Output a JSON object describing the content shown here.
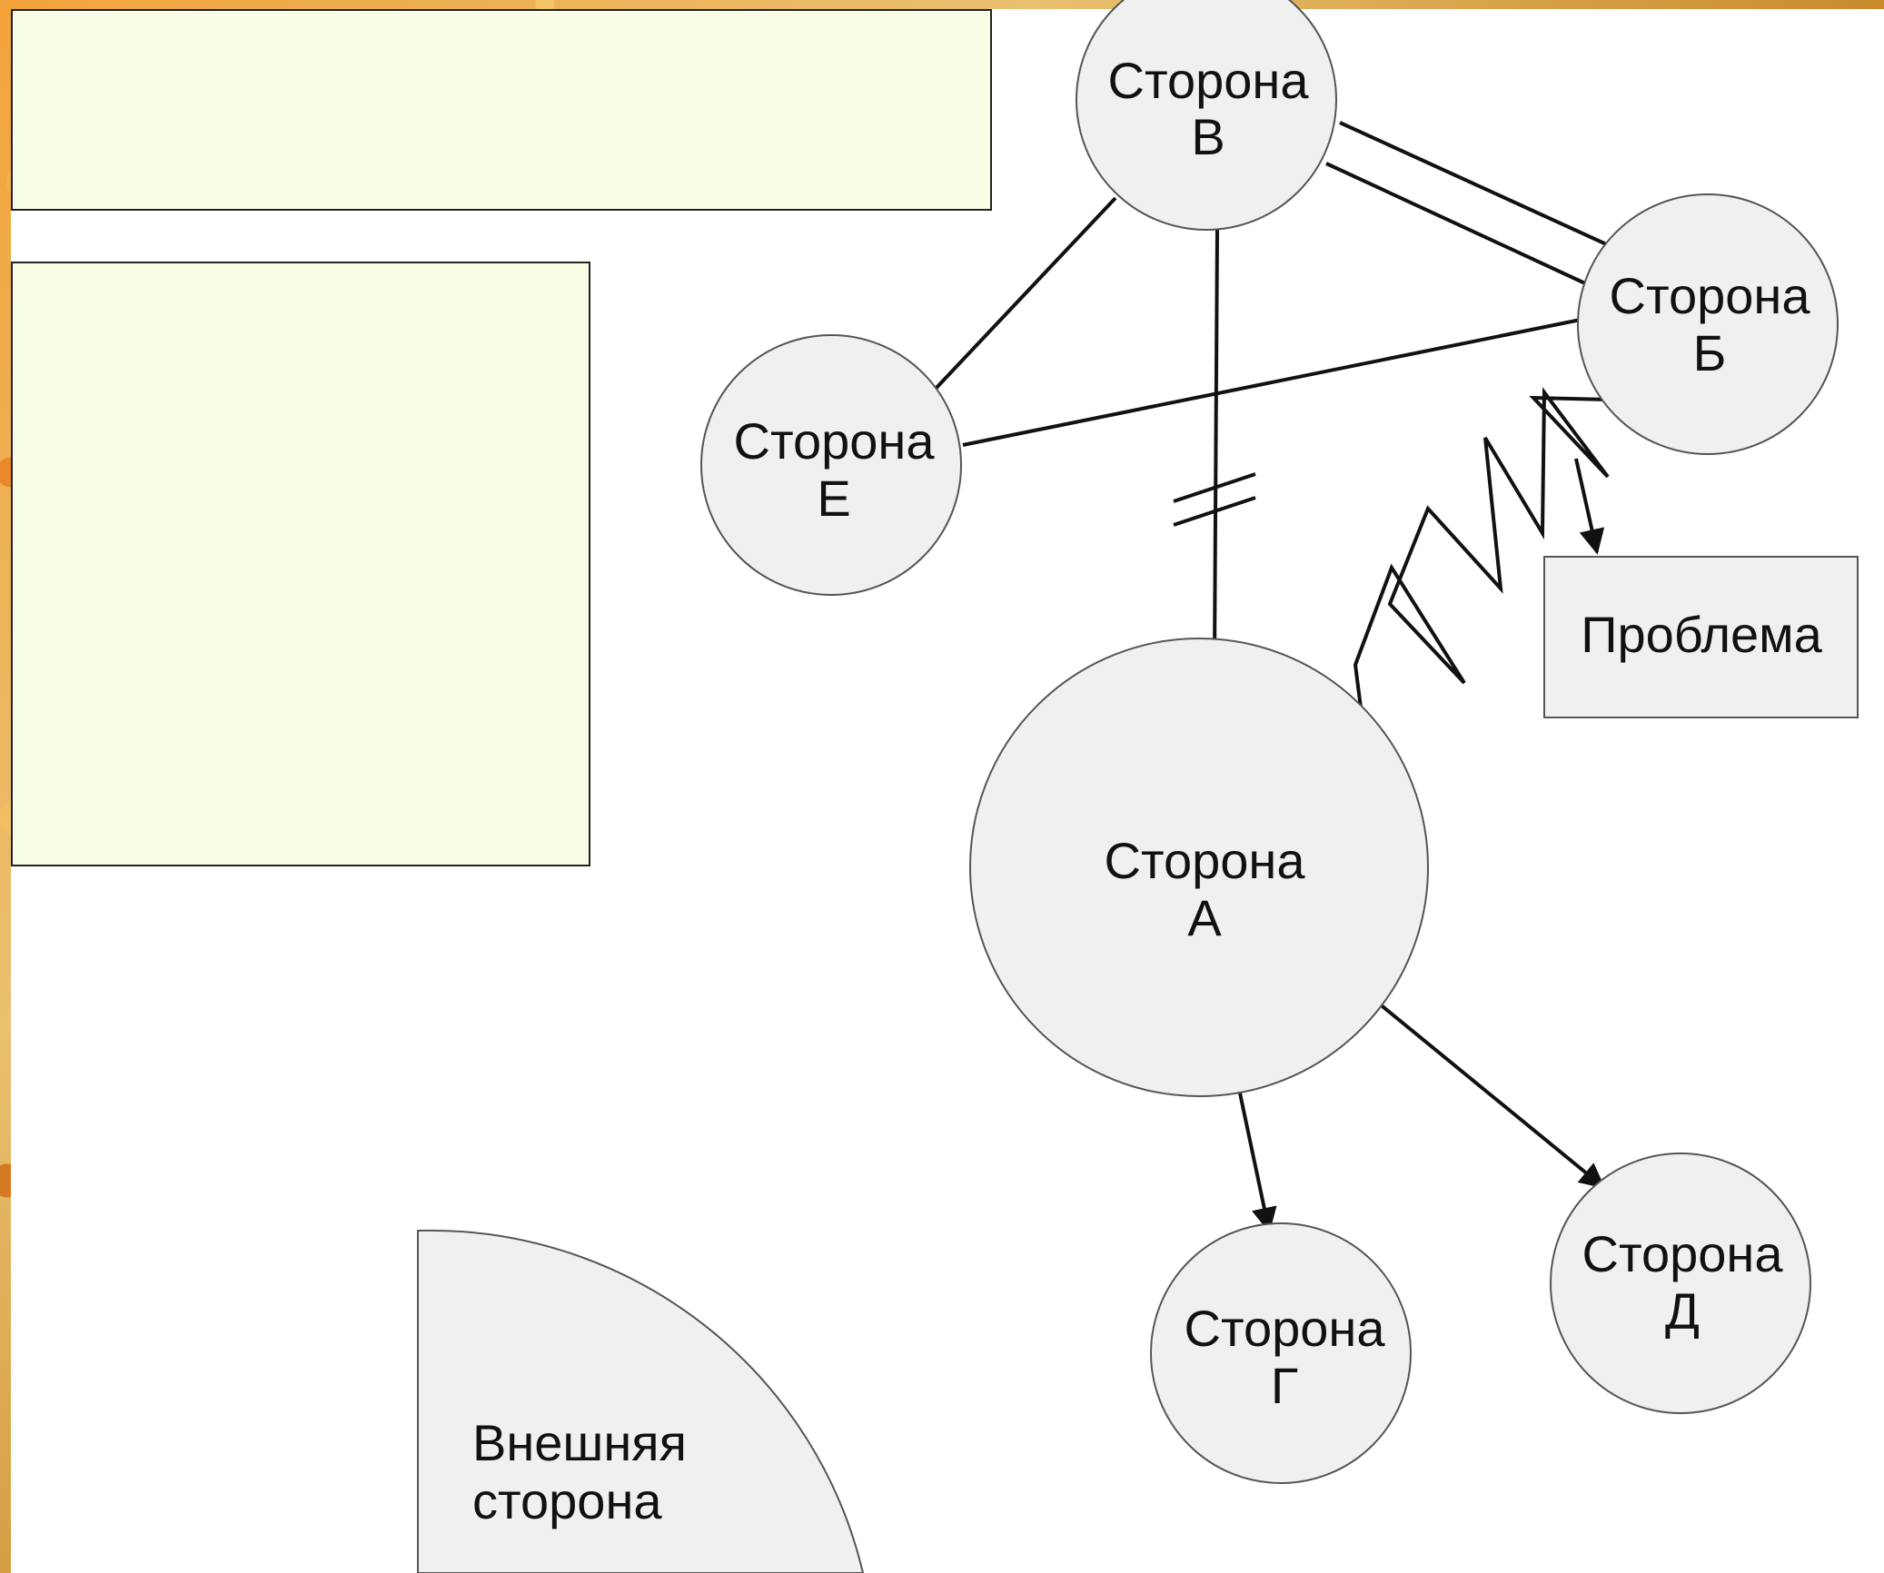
{
  "nodes": {
    "side_a": {
      "line1": "Сторона",
      "line2": "А"
    },
    "side_b": {
      "line1": "Сторона",
      "line2": "Б"
    },
    "side_v": {
      "line1": "Сторона",
      "line2": "В"
    },
    "side_g": {
      "line1": "Сторона",
      "line2": "Г"
    },
    "side_d": {
      "line1": "Сторона",
      "line2": "Д"
    },
    "side_e": {
      "line1": "Сторона",
      "line2": "Е"
    },
    "external": {
      "line1": "Внешняя",
      "line2": "сторона"
    }
  },
  "problem": {
    "label": "Проблема"
  },
  "relations": [
    {
      "from": "Сторона В",
      "to": "Сторона Б",
      "kind": "strong (double line)"
    },
    {
      "from": "Сторона В",
      "to": "Сторона Е",
      "kind": "connection"
    },
    {
      "from": "Сторона Е",
      "to": "Сторона Б",
      "kind": "connection"
    },
    {
      "from": "Сторона В",
      "to": "Сторона А",
      "kind": "broken"
    },
    {
      "from": "Сторона А",
      "to": "Сторона Б",
      "kind": "conflict (zigzag)"
    },
    {
      "from": "Сторона Б",
      "to": "Проблема",
      "kind": "arrow"
    },
    {
      "from": "Сторона А",
      "to": "Сторона Г",
      "kind": "arrow"
    },
    {
      "from": "Сторона А",
      "to": "Сторона Д",
      "kind": "arrow"
    }
  ],
  "colors": {
    "node_fill": "#f0f0f0",
    "note_box_fill": "#f8ffe6",
    "line": "#111111"
  }
}
